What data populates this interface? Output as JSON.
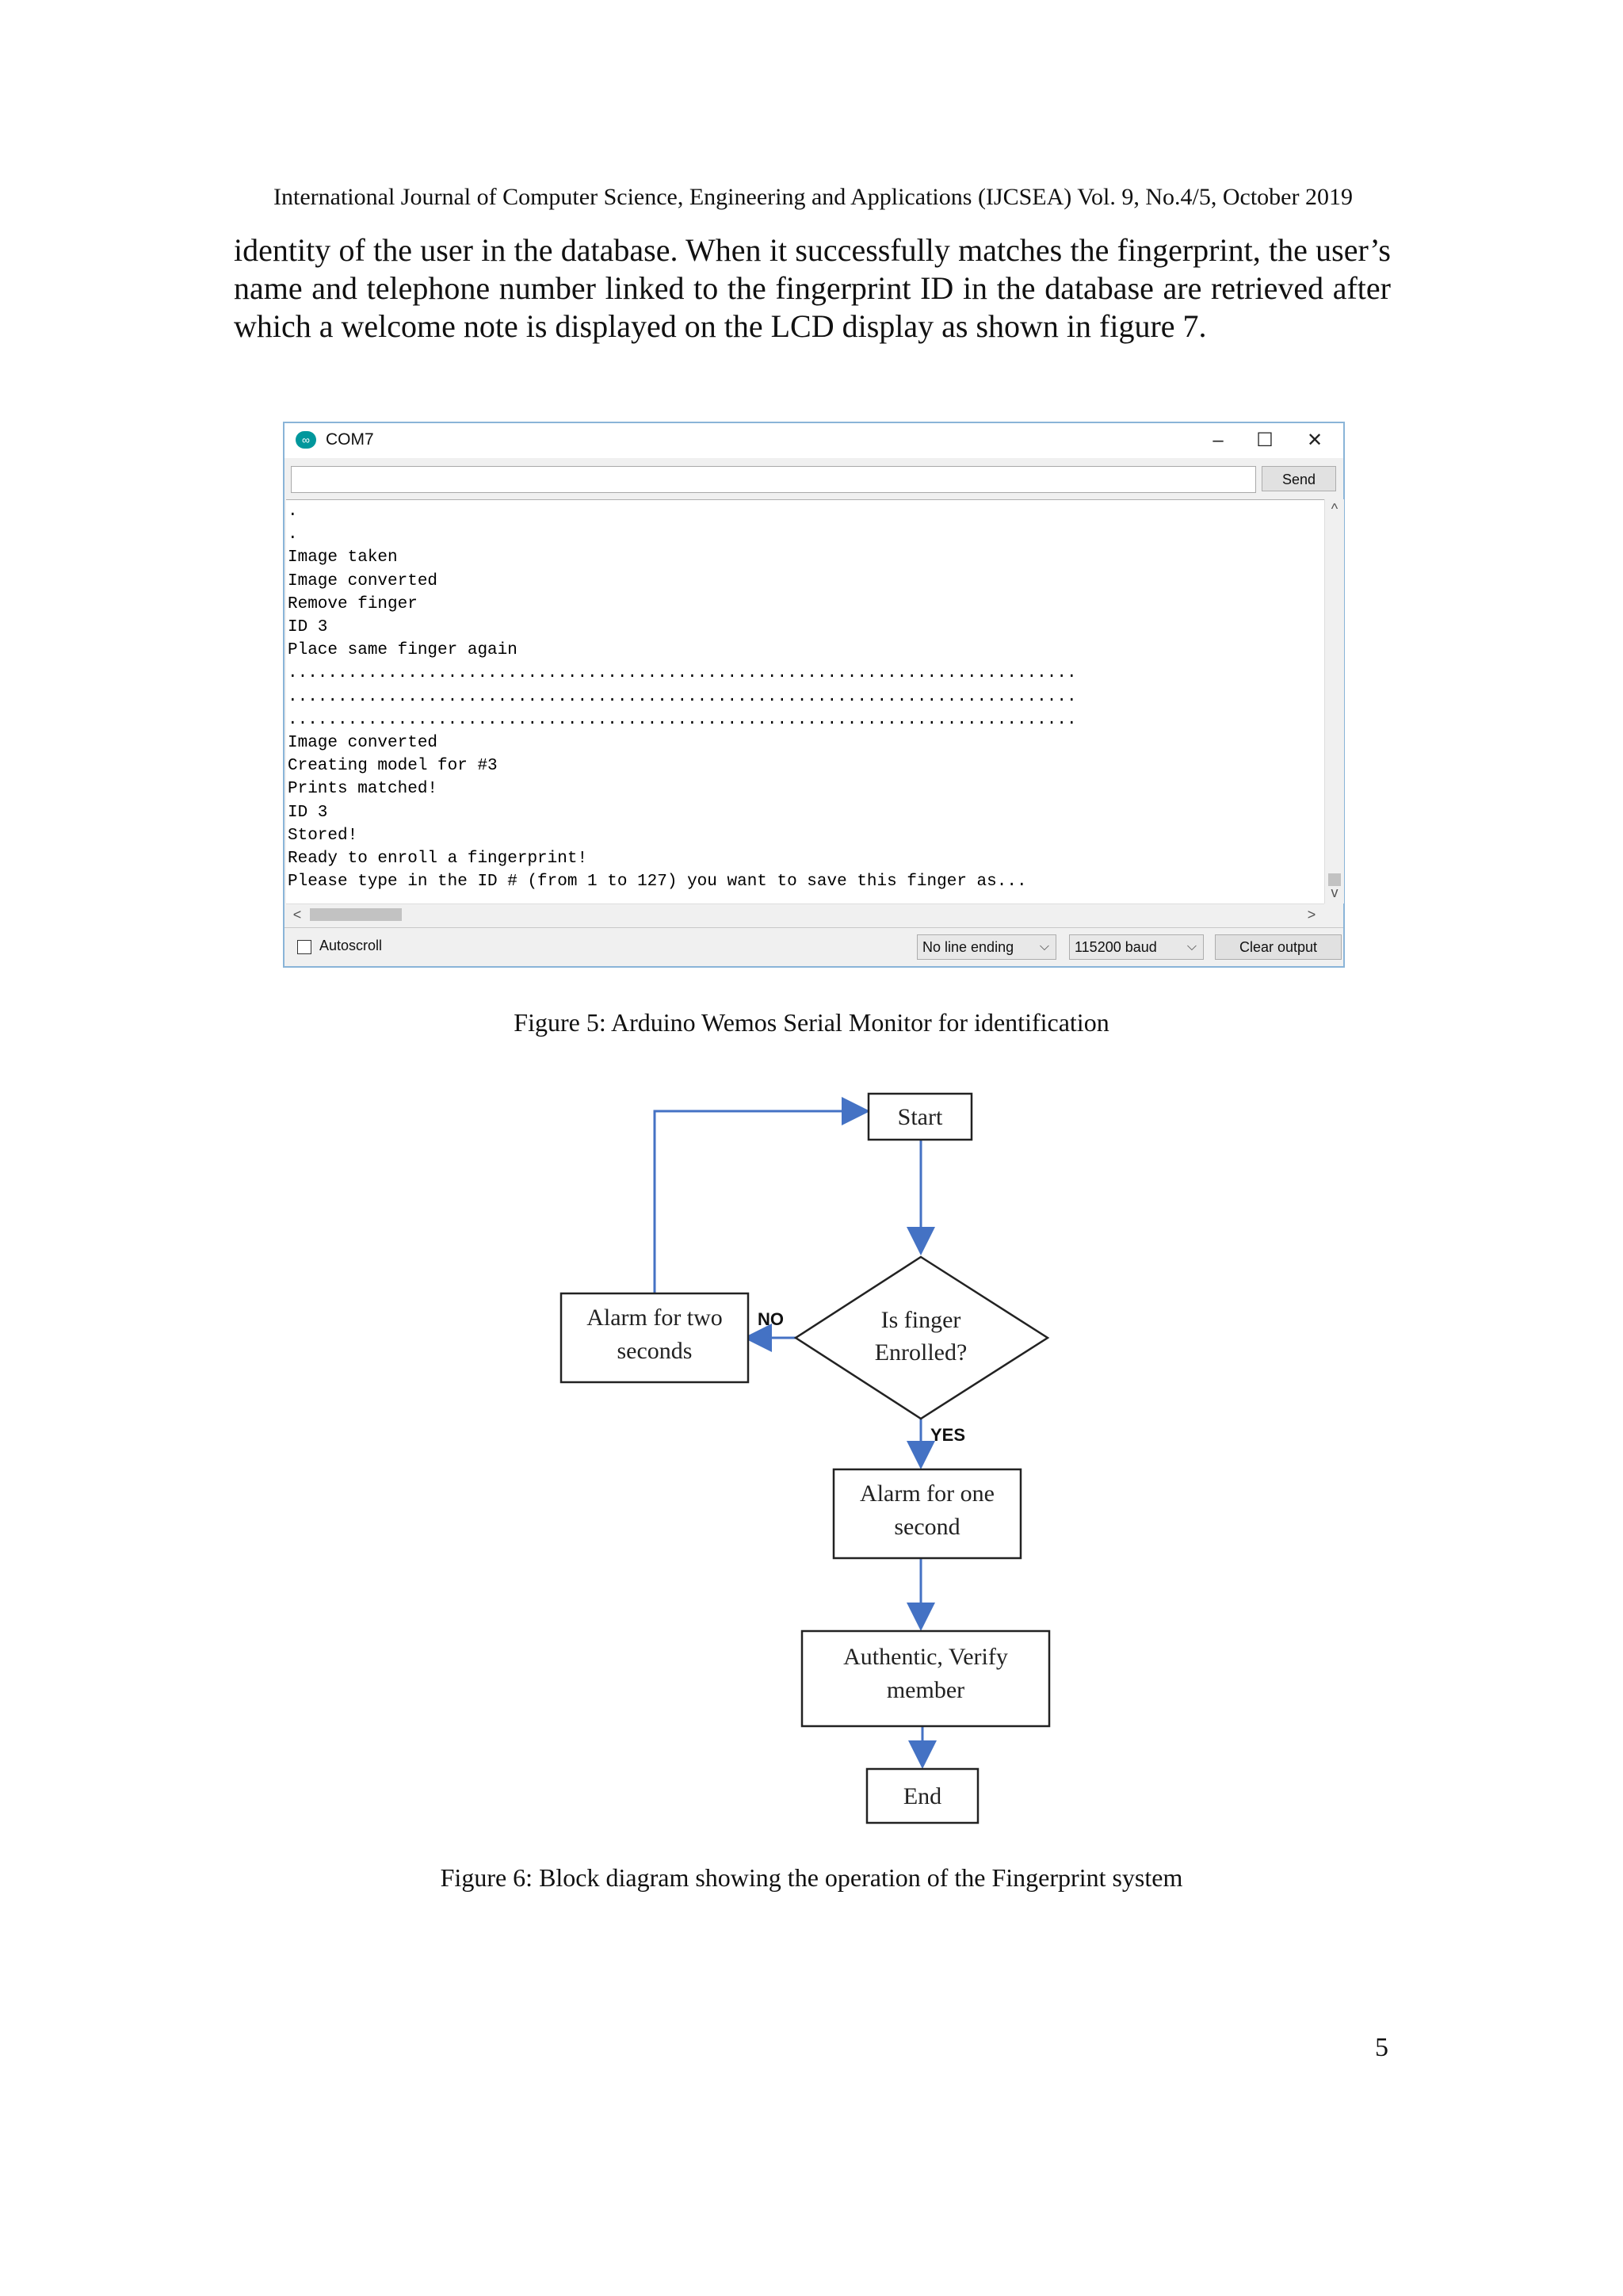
{
  "header": "International Journal of Computer Science, Engineering and Applications (IJCSEA) Vol. 9, No.4/5, October 2019",
  "paragraph": "identity of the user in the database. When it successfully matches the fingerprint, the user’s name and telephone number linked to the fingerprint ID in the database are retrieved after which a welcome note is displayed on the LCD display as shown in figure 7.",
  "figure5": {
    "window_title": "COM7",
    "app_icon": "arduino-icon",
    "window_controls": {
      "minimize": "–",
      "maximize": "☐",
      "close": "✕"
    },
    "input_value": "",
    "send_label": "Send",
    "output_lines": [
      ".",
      ".",
      "Image taken",
      "Image converted",
      "Remove finger",
      "ID 3",
      "Place same finger again",
      "...............................................................................",
      "...............................................................................",
      "...............................................................................",
      "Image converted",
      "Creating model for #3",
      "Prints matched!",
      "ID 3",
      "Stored!",
      "Ready to enroll a fingerprint!",
      "Please type in the ID # (from 1 to 127) you want to save this finger as..."
    ],
    "scroll_up": "^",
    "scroll_down": "v",
    "scroll_left": "<",
    "scroll_right": ">",
    "autoscroll_label": "Autoscroll",
    "autoscroll_checked": false,
    "line_ending": "No line ending",
    "baud_rate": "115200 baud",
    "clear_label": "Clear output",
    "caption": "Figure 5: Arduino Wemos Serial Monitor for identification"
  },
  "figure6": {
    "nodes": {
      "start": "Start",
      "decision_line1": "Is finger",
      "decision_line2": "Enrolled?",
      "alarm_two_line1": "Alarm for two",
      "alarm_two_line2": "seconds",
      "alarm_one_line1": "Alarm for one",
      "alarm_one_line2": "second",
      "verify_line1": "Authentic, Verify",
      "verify_line2": "member",
      "end": "End"
    },
    "edge_no": "NO",
    "edge_yes": "YES",
    "edge_color": "#4472c4",
    "caption": "Figure 6: Block diagram showing the operation of the Fingerprint system"
  },
  "page_number": "5"
}
